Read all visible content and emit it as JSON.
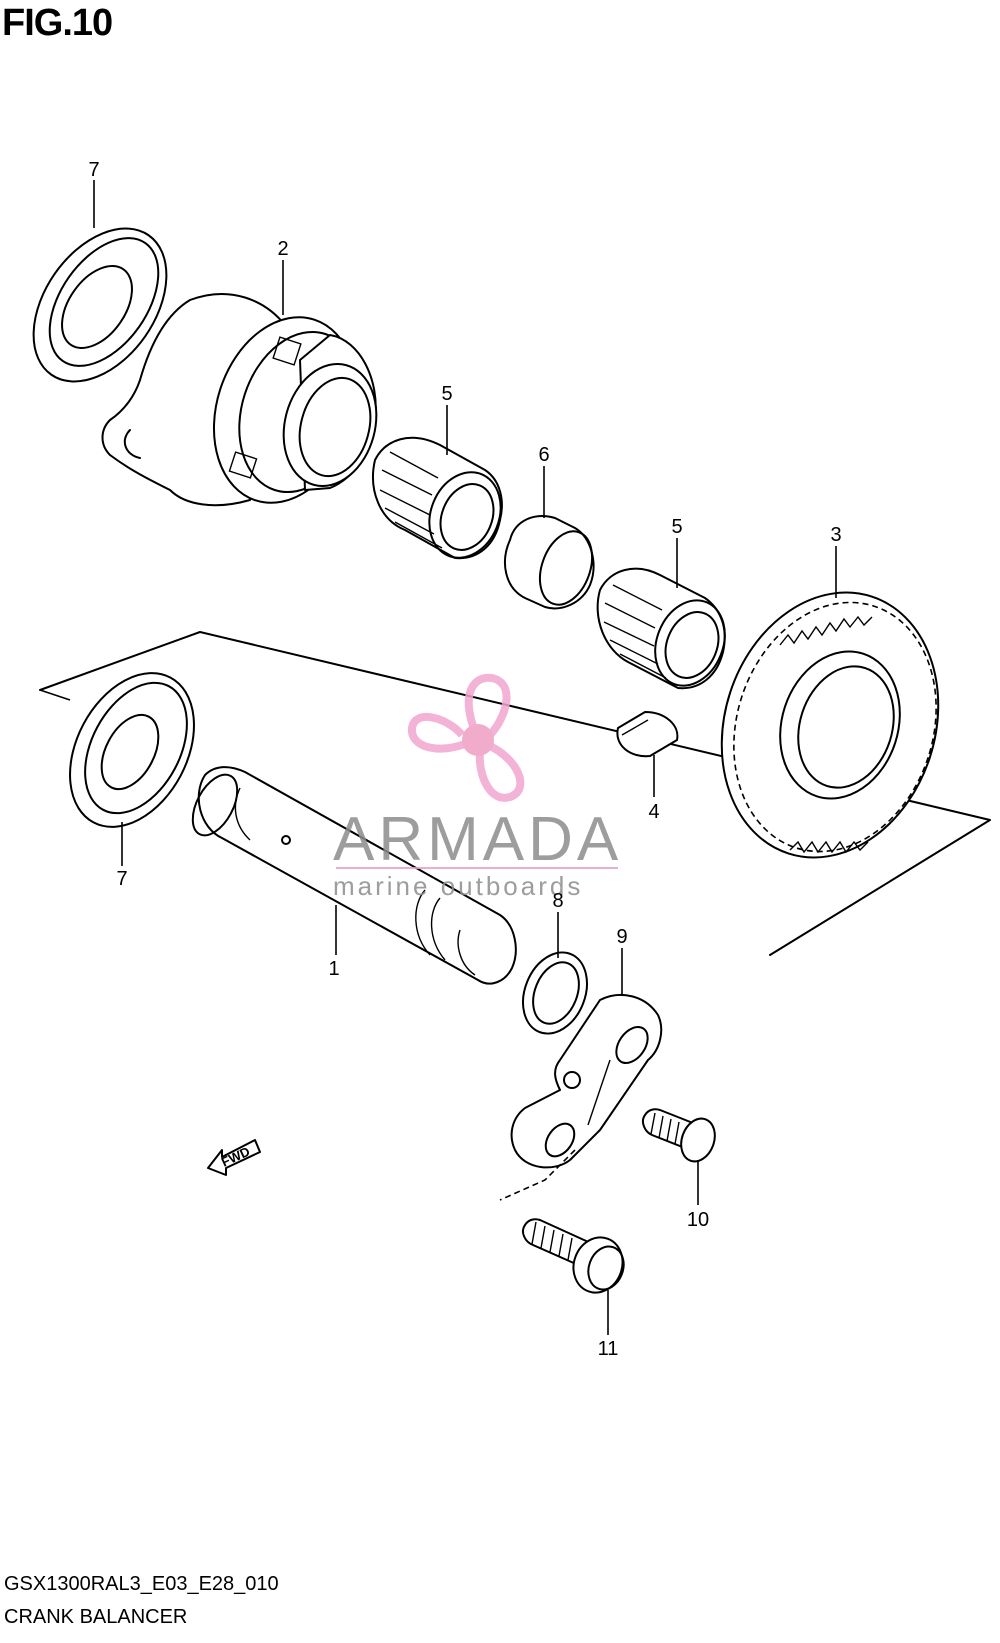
{
  "figure": {
    "title": "FIG.10"
  },
  "footer": {
    "code": "GSX1300RAL3_E03_E28_010",
    "name": "CRANK BALANCER"
  },
  "watermark": {
    "name": "ARMADA",
    "tagline": "marine outboards",
    "colors": {
      "propeller": "#f2a6cf",
      "hub": "#ef9ec4",
      "text": "#8c8c8c"
    }
  },
  "direction_marker": {
    "label": "FWD",
    "icon": "arrow-left-icon"
  },
  "callouts": [
    {
      "id": "callout-1",
      "label": "1"
    },
    {
      "id": "callout-2",
      "label": "2"
    },
    {
      "id": "callout-3",
      "label": "3"
    },
    {
      "id": "callout-4",
      "label": "4"
    },
    {
      "id": "callout-5a",
      "label": "5"
    },
    {
      "id": "callout-5b",
      "label": "5"
    },
    {
      "id": "callout-6",
      "label": "6"
    },
    {
      "id": "callout-7a",
      "label": "7"
    },
    {
      "id": "callout-7b",
      "label": "7"
    },
    {
      "id": "callout-8",
      "label": "8"
    },
    {
      "id": "callout-9",
      "label": "9"
    },
    {
      "id": "callout-10",
      "label": "10"
    },
    {
      "id": "callout-11",
      "label": "11"
    }
  ]
}
